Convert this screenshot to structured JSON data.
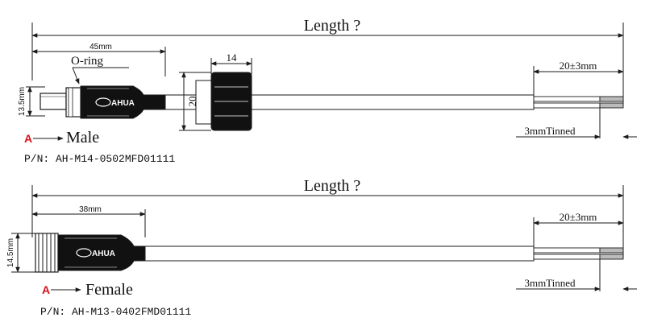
{
  "male": {
    "length_label": "Length ?",
    "dim_45": "45mm",
    "oring_label": "O-ring",
    "dim_13_5": "13.5mm",
    "dim_14": "14",
    "dim_20": "20",
    "dim_20_3": "20±3mm",
    "tinned_label": "3mmTinned",
    "marker": "A",
    "title": "Male",
    "brand": "AHUA",
    "part_no": "P/N: AH-M14-0502MFD01111"
  },
  "female": {
    "length_label": "Length ?",
    "dim_38": "38mm",
    "dim_14_5": "14.5mm",
    "dim_20_3": "20±3mm",
    "tinned_label": "3mmTinned",
    "marker": "A",
    "title": "Female",
    "brand": "AHUA",
    "part_no": "P/N: AH-M13-0402FMD01111"
  },
  "colors": {
    "line": "#1a1a1a",
    "marker": "#d8101a",
    "body": "#111111"
  }
}
